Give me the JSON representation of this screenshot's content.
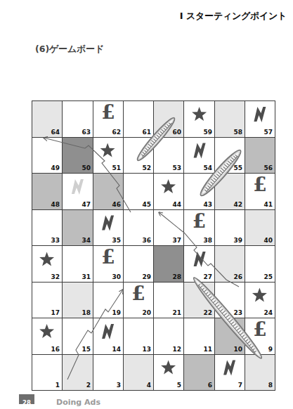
{
  "diagram": {
    "title": "(6)ゲームボード",
    "nodes": [
      {
        "text": [
          "64"
        ]
      },
      {
        "text": [
          "63"
        ]
      },
      {
        "text": [
          "£",
          "62"
        ]
      },
      {
        "text": [
          "61"
        ]
      },
      {
        "text": [
          "60"
        ]
      },
      {
        "text": [
          "59"
        ]
      },
      {
        "text": [
          "58"
        ]
      },
      {
        "text": [
          "57"
        ]
      },
      {
        "text": [
          "49"
        ]
      },
      {
        "text": [
          "50"
        ]
      },
      {
        "text": [
          "51"
        ]
      },
      {
        "text": [
          "52"
        ]
      },
      {
        "text": [
          "53"
        ]
      },
      {
        "text": [
          "54"
        ]
      },
      {
        "text": [
          "55"
        ]
      },
      {
        "text": [
          "56"
        ]
      },
      {
        "text": [
          "48"
        ]
      },
      {
        "text": [
          "47"
        ]
      },
      {
        "text": [
          "46"
        ]
      },
      {
        "text": [
          "45"
        ]
      },
      {
        "text": [
          "44"
        ]
      },
      {
        "text": [
          "43"
        ]
      },
      {
        "text": [
          "42"
        ]
      },
      {
        "text": [
          "£",
          "41"
        ]
      },
      {
        "text": [
          "33"
        ]
      },
      {
        "text": [
          "34"
        ]
      },
      {
        "text": [
          "35"
        ]
      },
      {
        "text": [
          "36"
        ]
      },
      {
        "text": [
          "37"
        ]
      },
      {
        "text": [
          "£",
          "38"
        ]
      },
      {
        "text": [
          "39"
        ]
      },
      {
        "text": [
          "40"
        ]
      },
      {
        "text": [
          "32"
        ]
      },
      {
        "text": [
          "31"
        ]
      },
      {
        "text": [
          "£",
          "30"
        ]
      },
      {
        "text": [
          "29"
        ]
      },
      {
        "text": [
          "28"
        ]
      },
      {
        "text": [
          "27"
        ]
      },
      {
        "text": [
          "26"
        ]
      },
      {
        "text": [
          "25"
        ]
      },
      {
        "text": [
          "17"
        ]
      },
      {
        "text": [
          "18"
        ]
      },
      {
        "text": [
          "19"
        ]
      },
      {
        "text": [
          "£",
          "20"
        ]
      },
      {
        "text": [
          "21"
        ]
      },
      {
        "text": [
          "22"
        ]
      },
      {
        "text": [
          "23"
        ]
      },
      {
        "text": [
          "24"
        ]
      },
      {
        "text": [
          "16"
        ]
      },
      {
        "text": [
          "15"
        ]
      },
      {
        "text": [
          "14"
        ]
      },
      {
        "text": [
          "13"
        ]
      },
      {
        "text": [
          "12"
        ]
      },
      {
        "text": [
          "11"
        ]
      },
      {
        "text": [
          "10"
        ]
      },
      {
        "text": [
          "£",
          "9"
        ]
      },
      {
        "text": [
          "1"
        ]
      },
      {
        "text": [
          "2"
        ]
      },
      {
        "text": [
          "3"
        ]
      },
      {
        "text": [
          "4"
        ]
      },
      {
        "text": [
          "5"
        ]
      },
      {
        "text": [
          "6"
        ]
      },
      {
        "text": [
          "7"
        ]
      },
      {
        "text": [
          "8"
        ]
      }
    ],
    "labels": [
      "I スターティングポイント",
      "28",
      "Doing Ads"
    ]
  }
}
